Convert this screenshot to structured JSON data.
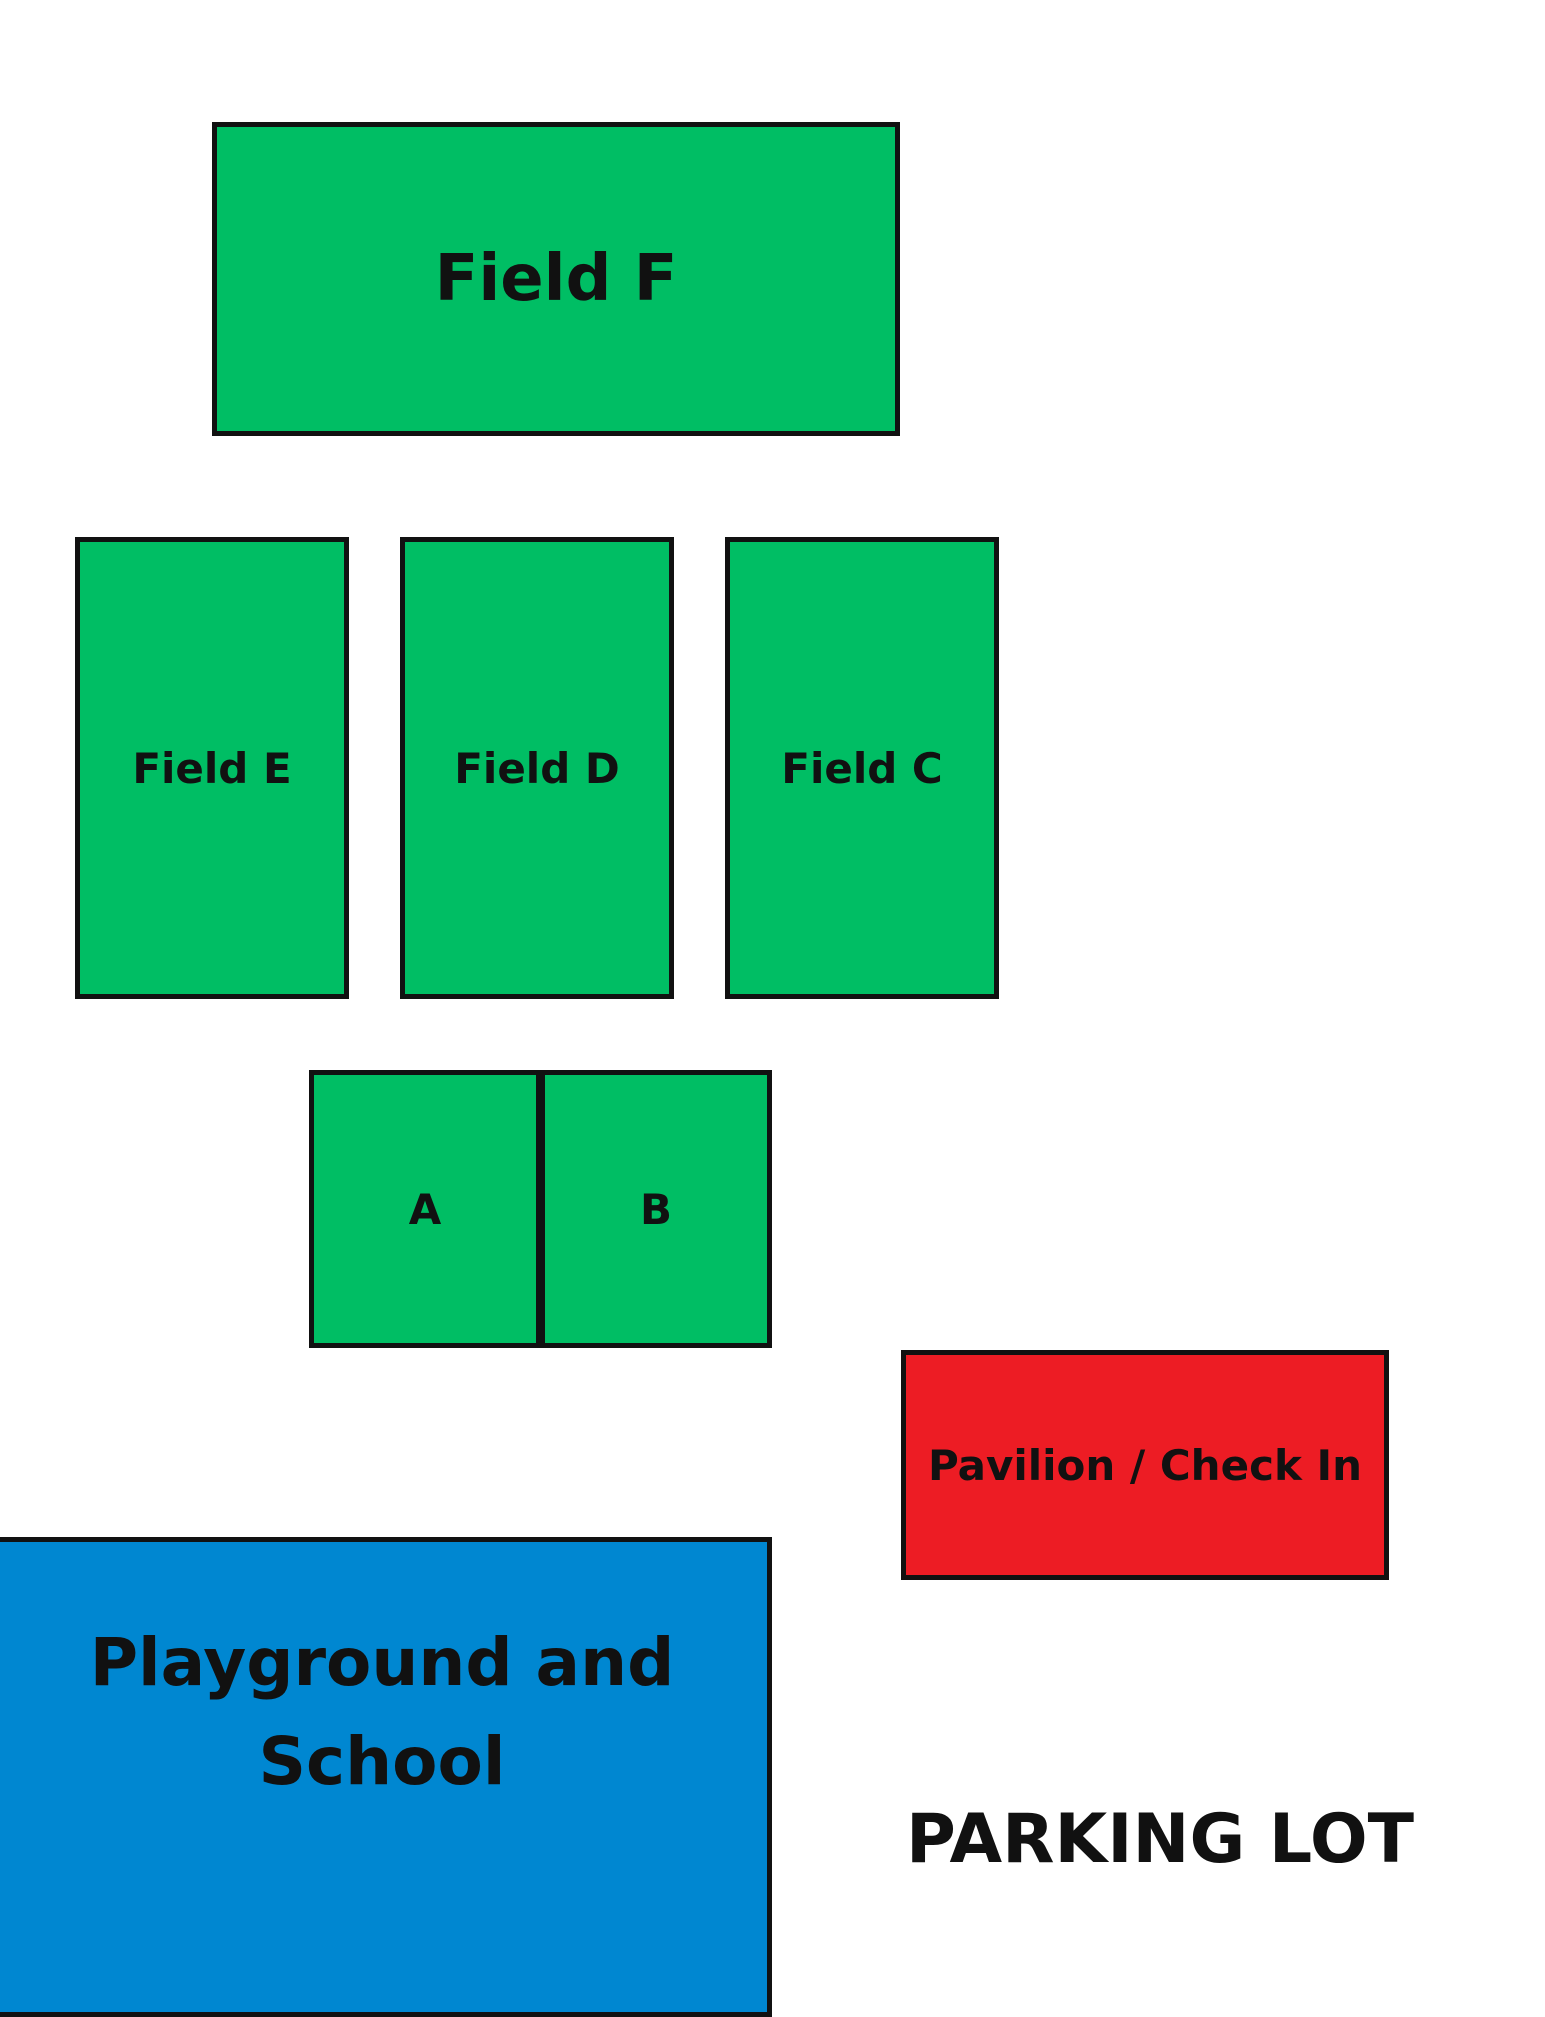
{
  "map": {
    "field_f": "Field F",
    "field_e": "Field E",
    "field_d": "Field D",
    "field_c": "Field C",
    "field_a": "A",
    "field_b": "B",
    "pavilion": "Pavilion / Check In",
    "playground": "Playground and School",
    "parking": "PARKING LOT"
  },
  "colors": {
    "field": "#00be64",
    "pavilion": "#ed1c24",
    "playground": "#0087d1",
    "outline": "#111111"
  }
}
